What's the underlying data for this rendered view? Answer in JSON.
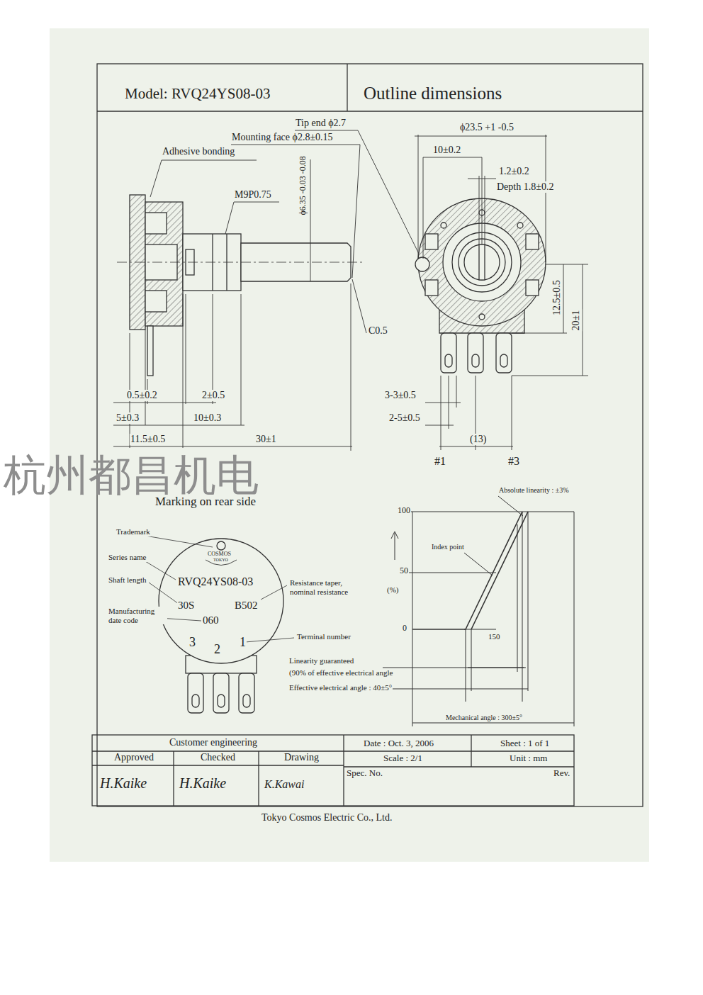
{
  "diagram": {
    "labels": [
      "Model: RVQ24YS08-03",
      "Outline dimensions",
      "Tip end ϕ2.7",
      "Mounting face ϕ2.8±0.15",
      "Adhesive bonding",
      "ϕ6.35 -0.03 -0.08",
      "M9P0.75",
      "C0.5",
      "0.5±0.2",
      "2±0.5",
      "5±0.3",
      "10±0.3",
      "11.5±0.5",
      "30±1",
      "ϕ23.5 +1 -0.5",
      "10±0.2",
      "1.2±0.2",
      "Depth 1.8±0.2",
      "12.5±0.5",
      "20±1",
      "3-3±0.5",
      "2-5±0.5",
      "(13)",
      "#1",
      "#3",
      "杭州都昌机电",
      "Marking on rear side",
      "Trademark",
      "COSMOS",
      "TOKYO",
      "Series name",
      "Shaft length",
      "Manufacturing date code",
      "RVQ24YS08-03",
      "Resistance taper, nominal resistance",
      "30S",
      "B502",
      "060",
      "3",
      "2",
      "1",
      "Terminal number",
      "Linearity guaranteed",
      "(90% of effective electrical angle",
      "Effective electrical angle : 40±5°",
      "100",
      "50",
      "(%)",
      "0",
      "150",
      "Absolute linearity : ±3%",
      "Index point",
      "Mechanical angle : 300±5°",
      "Customer engineering",
      "Approved",
      "Checked",
      "Drawing",
      "H.Kaike",
      "H.Kaike",
      "K.Kawai",
      "Date : Oct. 3, 2006",
      "Sheet : 1 of 1",
      "Scale : 2/1",
      "Unit : mm",
      "Spec. No.",
      "Rev.",
      "Tokyo Cosmos Electric Co., Ltd."
    ]
  }
}
